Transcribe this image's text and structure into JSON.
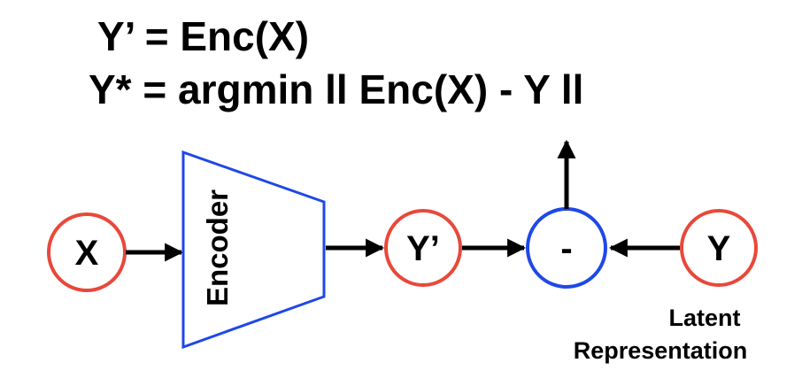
{
  "equations": {
    "line1": "Y’ = Enc(X)",
    "line2": "Y* = argmin ll Enc(X) - Y ll"
  },
  "nodes": {
    "input": "X",
    "prediction": "Y’",
    "subtract": "-",
    "target": "Y"
  },
  "encoder": {
    "label": "Encoder"
  },
  "caption": {
    "line1": "Latent",
    "line2": "Representation"
  },
  "colors": {
    "node_outline": "#e8483b",
    "operator_outline": "#1f48e6",
    "encoder_outline": "#1f48e6",
    "arrow": "#000000",
    "text": "#000000"
  }
}
